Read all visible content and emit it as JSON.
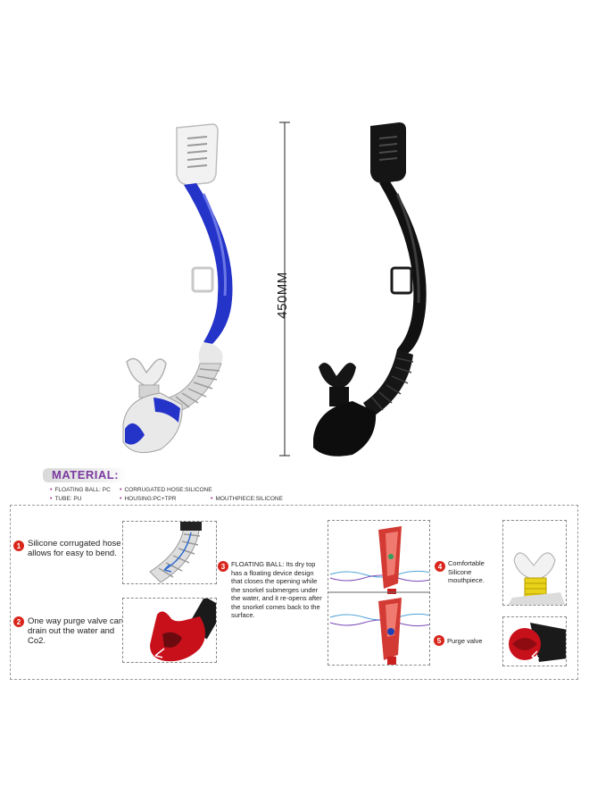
{
  "dimension": {
    "label": "450MM"
  },
  "material": {
    "title": "MATERIAL:",
    "items": [
      "FLOATING BALL: PC",
      "CORRUGATED HOSE:SILICONE",
      "TUBE: PU",
      "HOUSING:PC+TPR",
      "MOUTHPIECE:SILICONE"
    ]
  },
  "features": [
    {
      "number": "1",
      "text": "Silicone corrugated hose allows for easy to bend."
    },
    {
      "number": "2",
      "text": "One way purge valve can drain out the water and Co2."
    },
    {
      "number": "3",
      "text": "FLOATING BALL: Its dry top has a floating device design that closes the opening while the snorkel submerges under the water, and it re-opens after the snorkel comes back to the surface."
    },
    {
      "number": "4",
      "text": "Comfortable Silicone mouthpiece."
    },
    {
      "number": "5",
      "text": "Purge valve"
    }
  ],
  "colors": {
    "blue_tube": "#2433c8",
    "black_tube": "#111111",
    "accent_red": "#d9261c",
    "material_title": "#7b3aa0"
  }
}
